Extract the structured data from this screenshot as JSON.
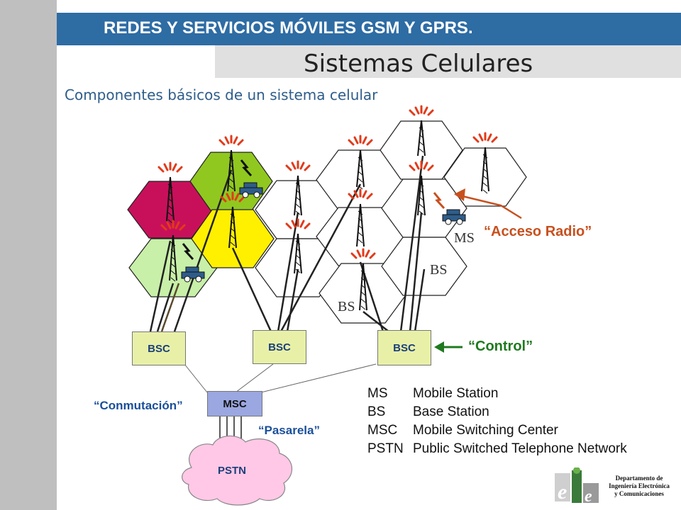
{
  "header": {
    "course_title": "REDES Y SERVICIOS MÓVILES GSM Y GPRS.",
    "slide_title": "Sistemas Celulares",
    "subtitle": "Componentes básicos de un sistema celular"
  },
  "diagram": {
    "bsc_labels": [
      "BSC",
      "BSC",
      "BSC"
    ],
    "msc_label": "MSC",
    "pstn_label": "PSTN",
    "ms_label": "MS",
    "bs_labels": [
      "BS",
      "BS"
    ],
    "annotations": {
      "acceso_radio": "“Acceso Radio”",
      "control": "“Control”",
      "conmutacion": "“Conmutación”",
      "pasarela": "“Pasarela”"
    },
    "colors": {
      "magenta_cell": "#c8105a",
      "green_cell": "#90c820",
      "yellow_cell": "#fff000",
      "light_green_cell": "#c8f0a8",
      "annotation_red": "#c8501e",
      "annotation_green": "#1f7a1f"
    }
  },
  "legend": [
    {
      "abbr": "MS",
      "desc": "Mobile Station"
    },
    {
      "abbr": "BS",
      "desc": "Base Station"
    },
    {
      "abbr": "MSC",
      "desc": "Mobile Switching Center"
    },
    {
      "abbr": "PSTN",
      "desc": "Public Switched Telephone Network"
    }
  ],
  "footer": {
    "dept_line1": "Departamento de",
    "dept_line2": "Ingeniería Electrónica",
    "dept_line3": "y Comunicaciones",
    "logo_letters": "eie"
  }
}
